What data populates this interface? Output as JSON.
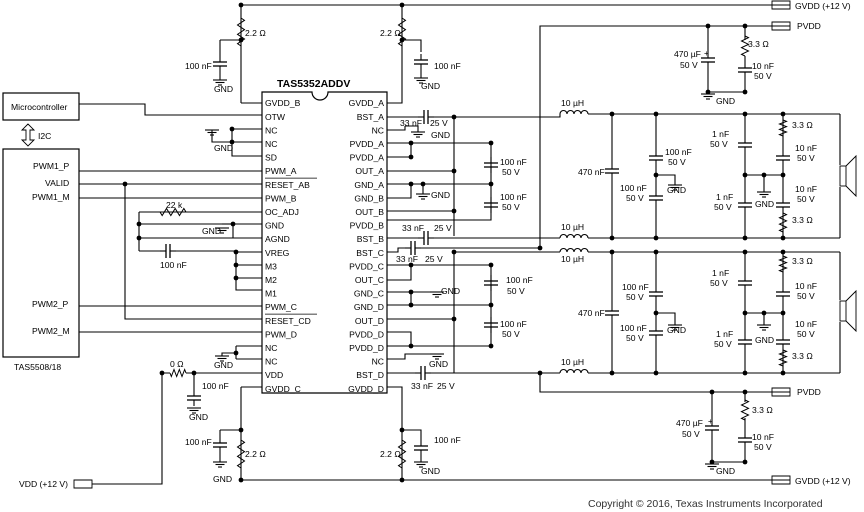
{
  "chip": {
    "name": "TAS5352ADDV",
    "left_pins": [
      "GVDD_B",
      "OTW",
      "NC",
      "NC",
      "SD",
      "PWM_A",
      "RESET_AB",
      "PWM_B",
      "OC_ADJ",
      "GND",
      "AGND",
      "VREG",
      "M3",
      "M2",
      "M1",
      "PWM_C",
      "RESET_CD",
      "PWM_D",
      "NC",
      "NC",
      "VDD",
      "GVDD_C"
    ],
    "right_pins": [
      "GVDD_A",
      "BST_A",
      "NC",
      "PVDD_A",
      "PVDD_A",
      "OUT_A",
      "GND_A",
      "GND_B",
      "OUT_B",
      "PVDD_B",
      "BST_B",
      "BST_C",
      "PVDD_C",
      "OUT_C",
      "GND_C",
      "GND_D",
      "OUT_D",
      "PVDD_D",
      "PVDD_D",
      "NC",
      "BST_D",
      "GVDD_D"
    ]
  },
  "controller": {
    "block": "Microcontroller",
    "bus": "I2C",
    "part": "TAS5508/18",
    "pins": [
      "PWM1_P",
      "VALID",
      "PWM1_M",
      "PWM2_P",
      "PWM2_M"
    ]
  },
  "rails": {
    "gvdd_top": "GVDD (+12 V)",
    "gvdd_bottom": "GVDD (+12 V)",
    "pvdd_top": "PVDD",
    "pvdd_bottom": "PVDD",
    "vdd_in": "VDD (+12 V)"
  },
  "labels": {
    "gnd": "GND",
    "r_2_2": "2.2 Ω",
    "r_3_3": "3.3 Ω",
    "r_0": "0 Ω",
    "r_22k": "22 k",
    "c_100n": "100 nF",
    "c_10n": "10 nF",
    "c_1n": "1 nF",
    "c_33n": "33 nF",
    "c_470n": "470 nF",
    "c_470u": "470 µF",
    "v_25": "25 V",
    "v_50": "50 V",
    "ind_10u": "10 µH"
  },
  "copyright": "Copyright © 2016, Texas Instruments Incorporated"
}
